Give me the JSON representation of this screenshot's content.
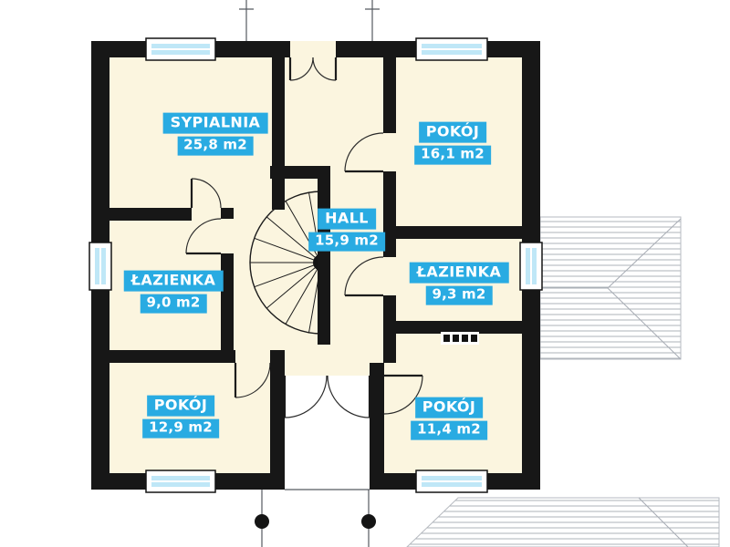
{
  "plan": {
    "colors": {
      "accent": "#29abe2",
      "glass": "#bfe7f7",
      "room_fill": "#fbf5df",
      "wall": "#171717",
      "roof_line": "#b6bac0"
    },
    "rooms": [
      {
        "id": "sypialnia",
        "name": "SYPIALNIA",
        "area": "25,8 m2"
      },
      {
        "id": "pokoj-1",
        "name": "POKÓJ",
        "area": "16,1 m2"
      },
      {
        "id": "hall",
        "name": "HALL",
        "area": "15,9 m2"
      },
      {
        "id": "lazienka-1",
        "name": "ŁAZIENKA",
        "area": "9,0 m2"
      },
      {
        "id": "lazienka-2",
        "name": "ŁAZIENKA",
        "area": "9,3 m2"
      },
      {
        "id": "pokoj-2",
        "name": "POKÓJ",
        "area": "12,9 m2"
      },
      {
        "id": "pokoj-3",
        "name": "POKÓJ",
        "area": "11,4 m2"
      }
    ]
  }
}
